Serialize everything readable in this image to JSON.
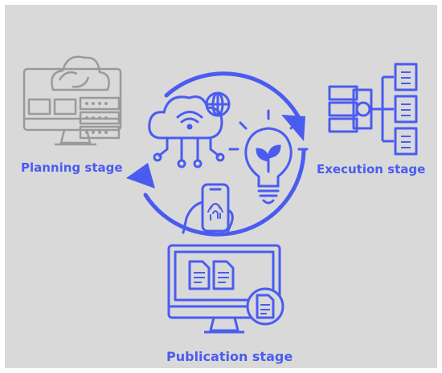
{
  "stages": {
    "planning": "Planning stage",
    "execution": "Execution stage",
    "publication": "Publication stage"
  },
  "colors": {
    "accent": "#4a5cf0",
    "icon_gray": "#9a9a9a",
    "background": "#d9d9d9"
  },
  "icons": [
    "cloud-sync-server-icon",
    "cloud-network-globe-icon",
    "lightbulb-plant-icon",
    "fingerprint-phone-icon",
    "server-hierarchy-icon",
    "monitor-documents-icon",
    "cycle-arrows-icon"
  ]
}
